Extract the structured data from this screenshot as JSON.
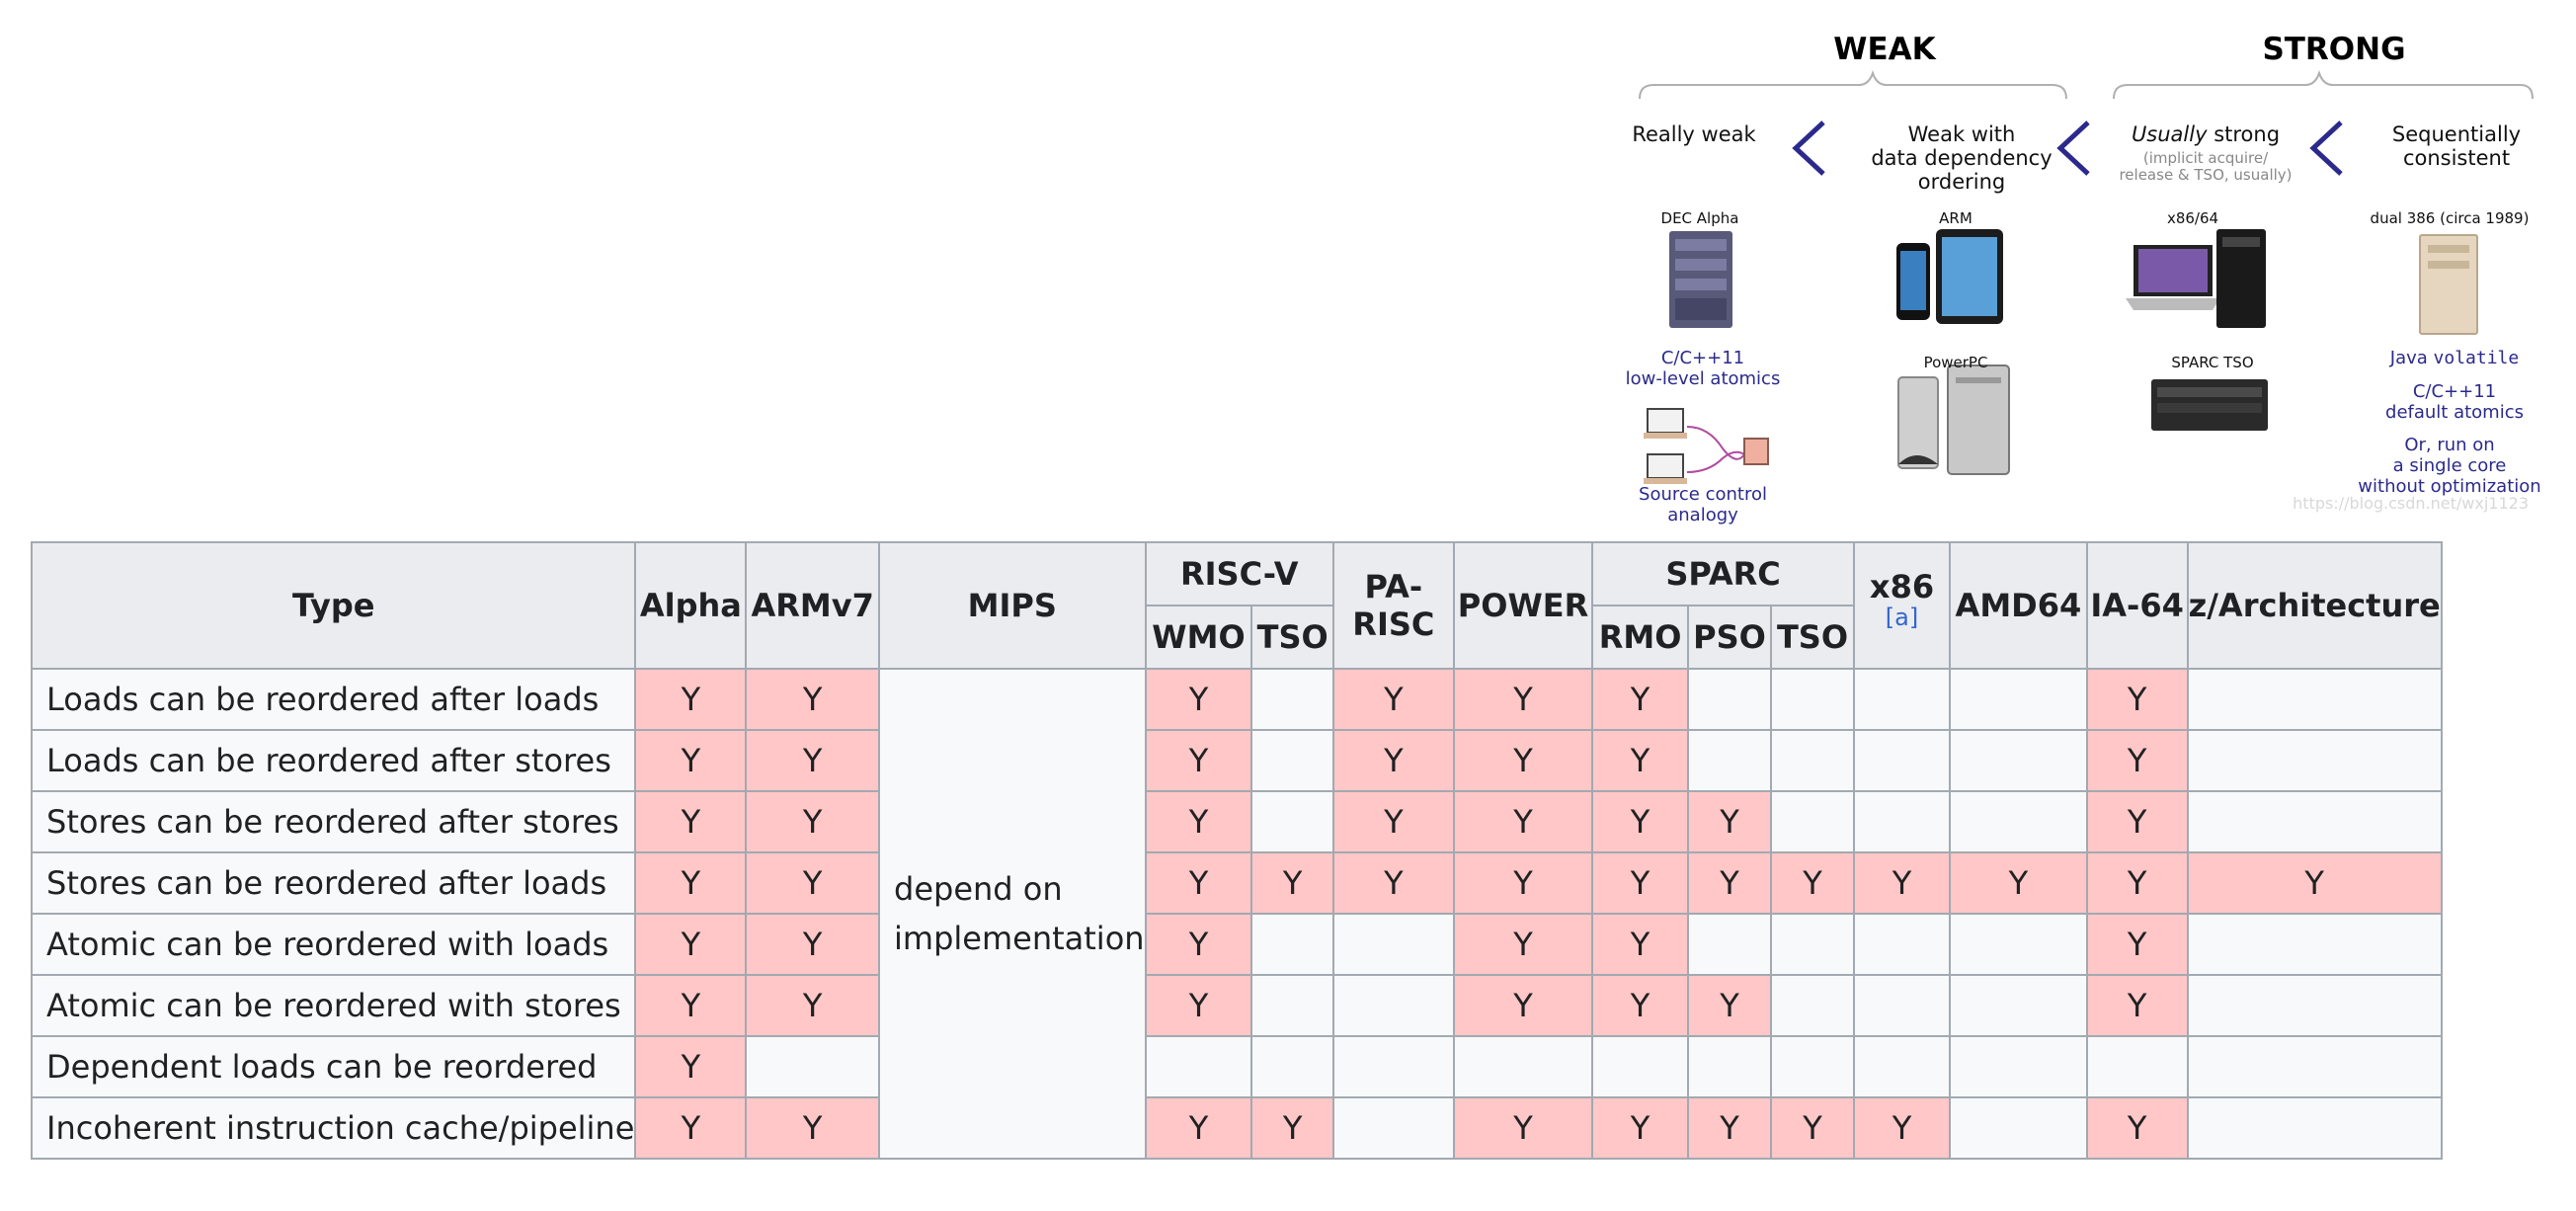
{
  "diagram": {
    "groups": {
      "weak": "WEAK",
      "strong": "STRONG"
    },
    "columns": [
      {
        "title_lines": [
          "Really weak"
        ]
      },
      {
        "title_lines": [
          "Weak with",
          "data dependency",
          "ordering"
        ]
      },
      {
        "title_em": "Usually",
        "title_rest": " strong",
        "sub_lines": [
          "(implicit acquire/",
          "release & TSO, usually)"
        ]
      },
      {
        "title_lines": [
          "Sequentially",
          "consistent"
        ]
      }
    ],
    "devices": {
      "dec_alpha": "DEC Alpha",
      "arm": "ARM",
      "x86": "x86/64",
      "dual386": "dual 386 (circa 1989)",
      "powerpc": "PowerPC",
      "sparc_tso": "SPARC TSO"
    },
    "lang": {
      "cpp_low_1": "C/C++11",
      "cpp_low_2": "low-level atomics",
      "source_1": "Source control",
      "source_2": "analogy",
      "java_prefix": "Java ",
      "java_code": "volatile",
      "cpp_def_1": "C/C++11",
      "cpp_def_2": "default atomics",
      "orrun_1": "Or, run on",
      "orrun_2": "a single core",
      "orrun_3": "without optimization"
    },
    "colors": {
      "accent": "#2b2a8c",
      "chevron": "#2b2a8c"
    },
    "watermark": "https://blog.csdn.net/wxj1123"
  },
  "table": {
    "headers": {
      "type": "Type",
      "alpha": "Alpha",
      "armv7": "ARMv7",
      "mips": "MIPS",
      "riscv": "RISC-V",
      "wmo": "WMO",
      "tso": "TSO",
      "parisc": "PA-RISC",
      "power": "POWER",
      "sparc": "SPARC",
      "rmo": "RMO",
      "pso": "PSO",
      "sparc_tso": "TSO",
      "x86": "x86",
      "x86_note": "[a]",
      "amd64": "AMD64",
      "ia64": "IA-64",
      "zarch": "z/Architecture"
    },
    "mips_text": "depend on implementation",
    "rows": [
      {
        "type": "Loads can be reordered after loads",
        "cells": [
          "Y",
          "Y",
          "Y",
          "",
          "Y",
          "Y",
          "Y",
          "",
          "",
          "",
          "",
          "Y",
          ""
        ]
      },
      {
        "type": "Loads can be reordered after stores",
        "cells": [
          "Y",
          "Y",
          "Y",
          "",
          "Y",
          "Y",
          "Y",
          "",
          "",
          "",
          "",
          "Y",
          ""
        ]
      },
      {
        "type": "Stores can be reordered after stores",
        "cells": [
          "Y",
          "Y",
          "Y",
          "",
          "Y",
          "Y",
          "Y",
          "Y",
          "",
          "",
          "",
          "Y",
          ""
        ]
      },
      {
        "type": "Stores can be reordered after loads",
        "cells": [
          "Y",
          "Y",
          "Y",
          "Y",
          "Y",
          "Y",
          "Y",
          "Y",
          "Y",
          "Y",
          "Y",
          "Y",
          "Y"
        ]
      },
      {
        "type": "Atomic can be reordered with loads",
        "cells": [
          "Y",
          "Y",
          "Y",
          "",
          "",
          "Y",
          "Y",
          "",
          "",
          "",
          "",
          "Y",
          ""
        ]
      },
      {
        "type": "Atomic can be reordered with stores",
        "cells": [
          "Y",
          "Y",
          "Y",
          "",
          "",
          "Y",
          "Y",
          "Y",
          "",
          "",
          "",
          "Y",
          ""
        ]
      },
      {
        "type": "Dependent loads can be reordered",
        "cells": [
          "Y",
          "",
          "",
          "",
          "",
          "",
          "",
          "",
          "",
          "",
          "",
          "",
          ""
        ]
      },
      {
        "type": "Incoherent instruction cache/pipeline",
        "cells": [
          "Y",
          "Y",
          "Y",
          "Y",
          "",
          "Y",
          "Y",
          "Y",
          "Y",
          "Y",
          "",
          "Y",
          ""
        ]
      }
    ],
    "colors": {
      "y_bg": "#ffc7c7",
      "cell_bg": "#f8f9fa",
      "header_bg": "#eaecf0",
      "border": "#a2a9b1"
    }
  }
}
